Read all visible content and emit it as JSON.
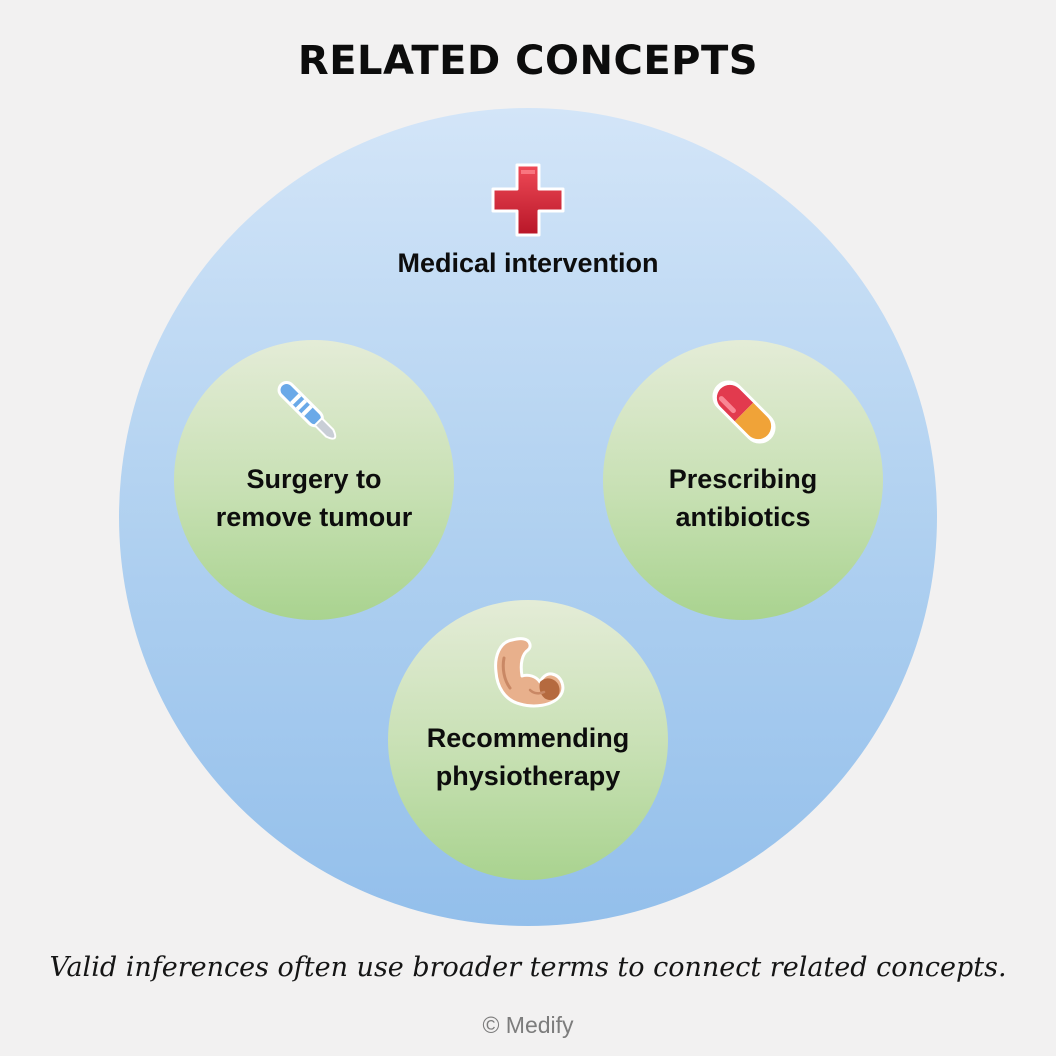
{
  "title": "RELATED CONCEPTS",
  "main_concept": {
    "label": "Medical intervention",
    "icon": "red-cross-icon"
  },
  "sub_concepts": [
    {
      "label_line1": "Surgery to",
      "label_line2": "remove tumour",
      "icon": "scalpel-icon"
    },
    {
      "label_line1": "Prescribing",
      "label_line2": "antibiotics",
      "icon": "pill-capsule-icon"
    },
    {
      "label_line1": "Recommending",
      "label_line2": "physiotherapy",
      "icon": "flexed-arm-icon"
    }
  ],
  "caption": "Valid inferences often use broader terms to connect related concepts.",
  "copyright": "© Medify",
  "colors": {
    "background": "#f2f1f1",
    "outer_circle_top": "#d3e5f8",
    "outer_circle_bottom": "#93bfeb",
    "sub_circle_top": "#e4ecd7",
    "sub_circle_bottom": "#a9d38f",
    "cross_red": "#d92b3a",
    "pill_red": "#e23a4e",
    "pill_orange": "#f0a338",
    "scalpel_blue": "#5b9ee0",
    "arm_skin": "#e8b08c"
  }
}
